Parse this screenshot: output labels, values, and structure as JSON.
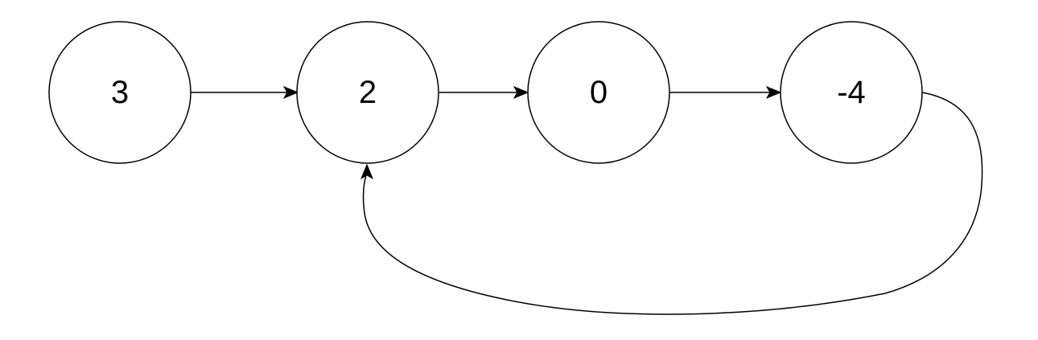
{
  "diagram": {
    "type": "linked-list-cycle",
    "nodes": [
      {
        "id": "n0",
        "label": "3"
      },
      {
        "id": "n1",
        "label": "2"
      },
      {
        "id": "n2",
        "label": "0"
      },
      {
        "id": "n3",
        "label": "-4"
      }
    ],
    "edges": [
      {
        "from": "n0",
        "to": "n1"
      },
      {
        "from": "n1",
        "to": "n2"
      },
      {
        "from": "n2",
        "to": "n3"
      },
      {
        "from": "n3",
        "to": "n1"
      }
    ],
    "colors": {
      "stroke": "#000000",
      "fill": "#ffffff",
      "background": "#ffffff"
    }
  }
}
